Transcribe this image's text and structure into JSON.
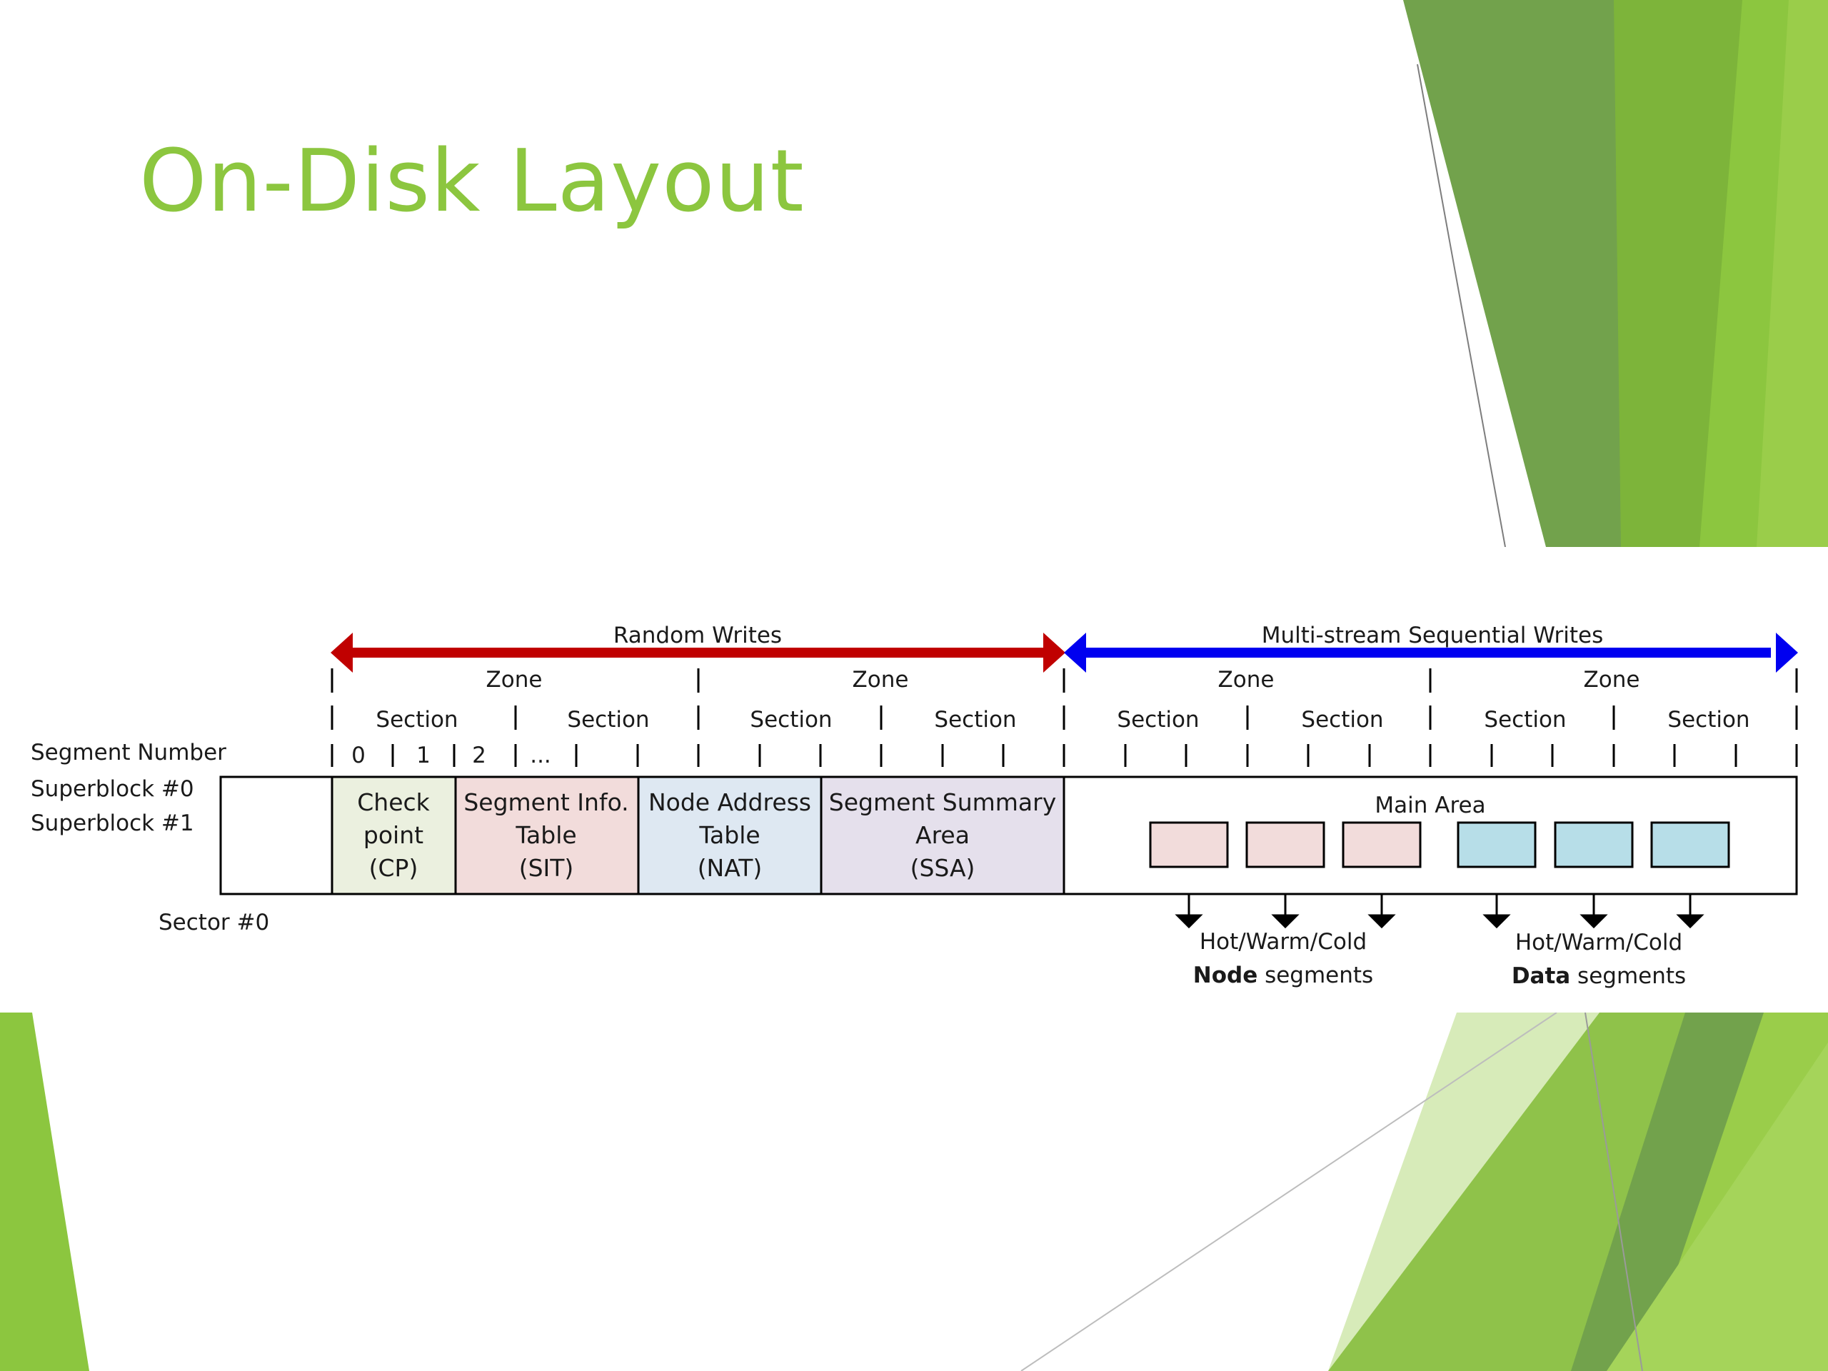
{
  "slide": {
    "title": "On-Disk Layout",
    "accent_color": "#8CC63F"
  },
  "diagram": {
    "arrows": {
      "random_label": "Random Writes",
      "random_color": "#C00000",
      "sequential_label": "Multi-stream Sequential Writes",
      "sequential_color": "#0000F0"
    },
    "zone_label": "Zone",
    "section_label": "Section",
    "segment_number_label": "Segment Number",
    "segment_numbers": [
      "0",
      "1",
      "2",
      "..."
    ],
    "superblock_0": "Superblock #0",
    "superblock_1": "Superblock #1",
    "sector_label": "Sector #0",
    "areas": {
      "cp": [
        "Check",
        "point",
        "(CP)"
      ],
      "sit": [
        "Segment Info.",
        "Table",
        "(SIT)"
      ],
      "nat": [
        "Node Address",
        "Table",
        "(NAT)"
      ],
      "ssa": [
        "Segment Summary",
        "Area",
        "(SSA)"
      ],
      "main": "Main Area"
    },
    "area_colors": {
      "cp": "#EBF0DF",
      "sit": "#F2DCDB",
      "nat": "#DEE8F2",
      "ssa": "#E5E0EC",
      "node_box": "#F2DCDB",
      "data_box": "#B7DEE8"
    },
    "node_caption": {
      "line1": "Hot/Warm/Cold",
      "bold": "Node",
      "rest": " segments"
    },
    "data_caption": {
      "line1": "Hot/Warm/Cold",
      "bold": "Data",
      "rest": " segments"
    }
  }
}
